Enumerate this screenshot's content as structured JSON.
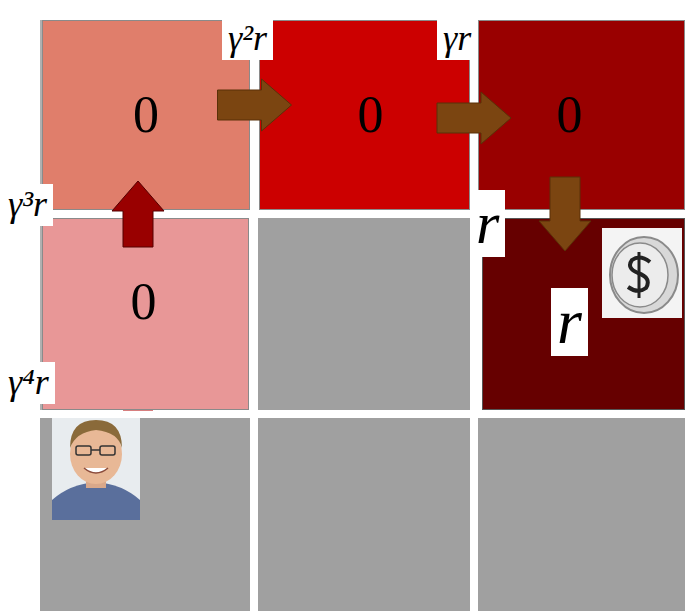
{
  "diagram": {
    "nodes": [
      {
        "text": [
          "0"
        ]
      },
      {
        "text": [
          "0"
        ]
      },
      {
        "text": [
          "0"
        ]
      },
      {
        "text": [
          "0"
        ]
      },
      {
        "text": [
          "r"
        ]
      }
    ],
    "edges": [
      {
        "from": 0,
        "to": 1,
        "arrow": "to",
        "label": "γ²r"
      },
      {
        "from": 1,
        "to": 2,
        "arrow": "to",
        "label": "γr"
      },
      {
        "from": 2,
        "to": 4,
        "arrow": "to",
        "label": "r"
      },
      {
        "from": 3,
        "to": 0,
        "arrow": "to",
        "label": "γ³r"
      }
    ],
    "labels": [
      "γ⁴r"
    ]
  }
}
